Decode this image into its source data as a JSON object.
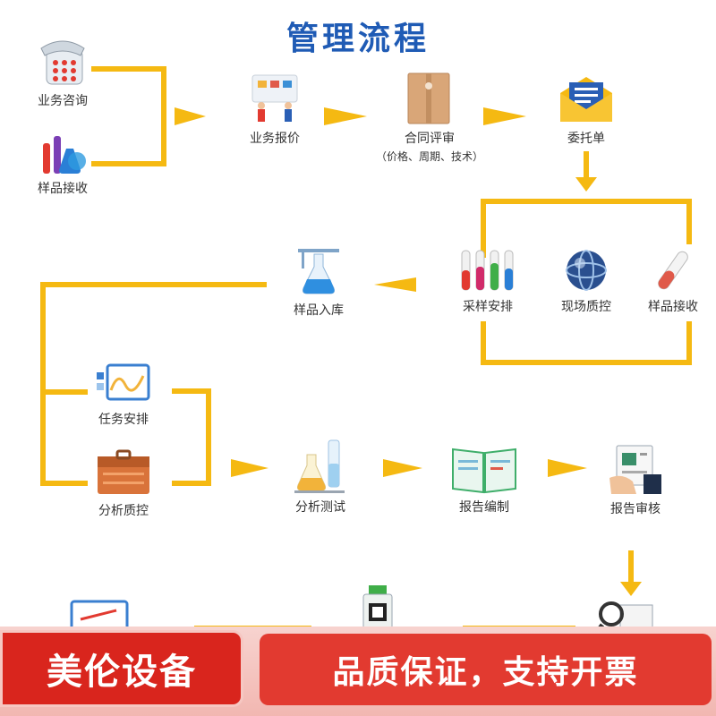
{
  "title": "管理流程",
  "nodes": {
    "consult": "业务咨询",
    "sample_receive_top": "样品接收",
    "quote": "业务报价",
    "contract_review": "合同评审",
    "contract_review_note": "（价格、周期、技术）",
    "commission": "委托单",
    "sampling_plan": "采样安排",
    "field_qc": "现场质控",
    "sample_receive_mid": "样品接收",
    "sample_storage": "样品入库",
    "task_assign": "任务安排",
    "analysis_qc": "分析质控",
    "analysis_test": "分析测试",
    "report_compile": "报告编制",
    "report_review": "报告审核"
  },
  "banner": {
    "left": "美伦设备",
    "right": "品质保证，支持开票"
  },
  "colors": {
    "title": "#1f5bb5",
    "connector": "#f5b912",
    "banner_red": "#d9251d"
  }
}
